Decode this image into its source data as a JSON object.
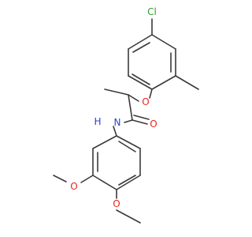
{
  "molecule": {
    "atoms": {
      "cl": {
        "symbol": "Cl",
        "color": "#2f9e2f"
      },
      "o_ether": {
        "symbol": "O",
        "color": "#e8251d"
      },
      "o_carbonyl": {
        "symbol": "O",
        "color": "#e8251d"
      },
      "n_amide": {
        "symbol": "N",
        "color": "#2a3fd6"
      },
      "h_amide": {
        "symbol": "H",
        "color": "#2a3fd6"
      },
      "o_methoxy3": {
        "symbol": "O",
        "color": "#e8251d"
      },
      "o_methoxy4": {
        "symbol": "O",
        "color": "#e8251d"
      }
    },
    "bond_color": "#3a3a3a"
  }
}
